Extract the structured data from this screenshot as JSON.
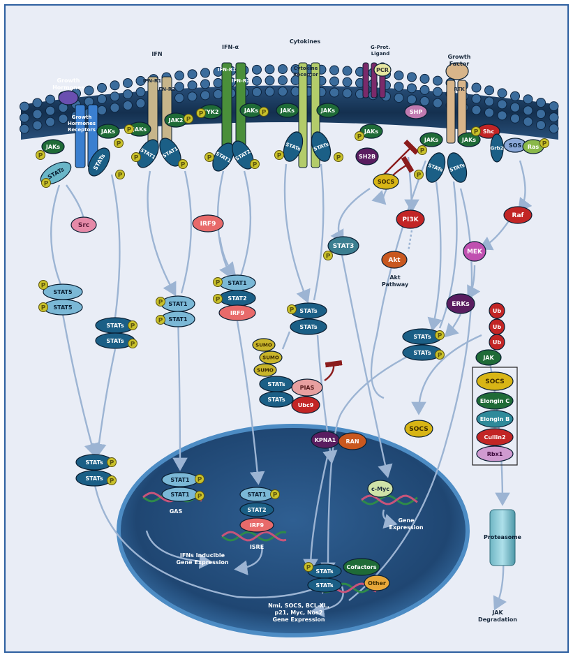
{
  "colors": {
    "frame": "#2d5fa0",
    "background": "#e9edf6",
    "membrane": "#1d3f66",
    "bead": "#3b6c9c",
    "stat": "#1b5f86",
    "jak": "#1f6b37",
    "phospho": "#c9c12a",
    "nucleus": "#2b5687",
    "arrow": "#9cb4d3",
    "inhibit": "#8b1c1c",
    "red": "#c22525",
    "purple": "#5a1d60",
    "pink": "#e68aa8",
    "orange": "#c9581f",
    "yellow": "#d8b515",
    "teal": "#4aa3b4"
  },
  "labels": {
    "growth_hormones": "Growth Hormones",
    "gh_receptors": "Growth Hormones Receptors",
    "ifn": "IFN",
    "ifnr1": "IFN-R1",
    "ifnr2": "IFN-R2",
    "ifna": "IFN-α",
    "ifnar1": "IFN-R1",
    "ifnar2": "IFN-R2",
    "cytokines": "Cytokines",
    "cytokine_receptor": "Cytokine Receptor",
    "gpcr_ligand": "G-Prot. Ligand",
    "gpcr": "PCR",
    "growth_factor": "Growth Factor",
    "rtk": "RTK",
    "src": "Src",
    "irf9": "IRF9",
    "shp": "SHP",
    "sh2b": "SH2B",
    "socs_top": "SOCS",
    "pi3k": "PI3K",
    "akt": "Akt",
    "akt_pathway": "Akt Pathway",
    "stat3": "STAT3",
    "shc": "Shc",
    "grb2": "Grb2",
    "sos": "SOS",
    "ras": "Ras",
    "raf": "Raf",
    "mek": "MEK",
    "erks": "ERKs",
    "ub": "Ub",
    "jak_degrad": "JAK",
    "socs_box": "SOCS",
    "elongin_c": "Elongin C",
    "elongin_b": "Elongin B",
    "cullin2": "Cullin2",
    "rbx1": "Rbx1",
    "socs_mid": "SOCS",
    "sumo": "SUMO",
    "pias": "PIAS",
    "ubc9": "Ubc9",
    "kpna1": "KPNA1",
    "ran": "RAN",
    "proteasome": "Proteasome",
    "jak_degradation": "JAK Degradation",
    "cmyc": "c-Myc",
    "gene_expression": "Gene Expression",
    "gas": "GAS",
    "isre": "ISRE",
    "irf9_nuc": "IRF9",
    "stat2": "STAT2",
    "ifn_inducible": "IFNs Inducible Gene Expression",
    "cofactors": "Cofactors",
    "other": "Other",
    "target_genes": "Nmi, SOCS, BCL-XL, p21, Myc, Nos2 Gene Expression",
    "statx": "STATs",
    "stat1": "STAT1",
    "stat5": "STAT5",
    "jak": "JAKs",
    "jak2": "JAK2",
    "tyk2": "TYK2",
    "p": "P"
  }
}
